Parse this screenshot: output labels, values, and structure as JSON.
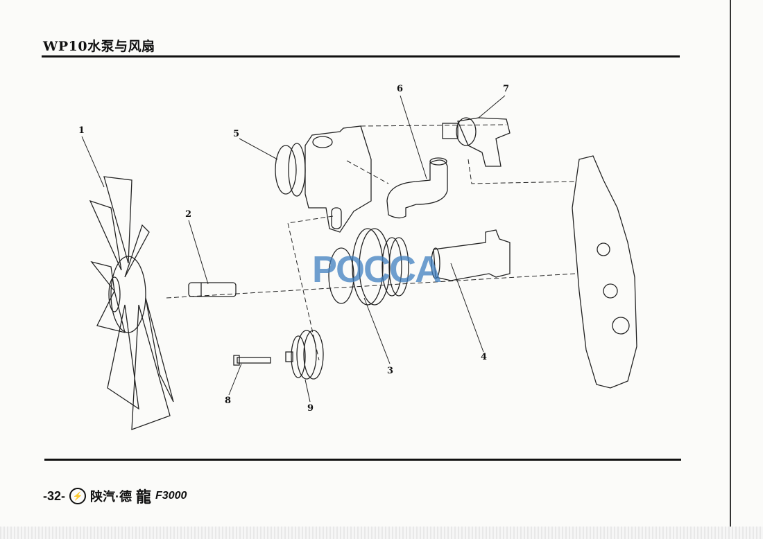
{
  "header": {
    "title": "WP10水泵与风扇"
  },
  "callouts": [
    "1",
    "2",
    "3",
    "4",
    "5",
    "6",
    "7",
    "8",
    "9"
  ],
  "watermark": "POCCA",
  "footer": {
    "page": "-32-",
    "brand": "陕汽·德",
    "calligraphy": "龍",
    "model": "F3000",
    "brand_icon": "lightning-circle-icon"
  }
}
